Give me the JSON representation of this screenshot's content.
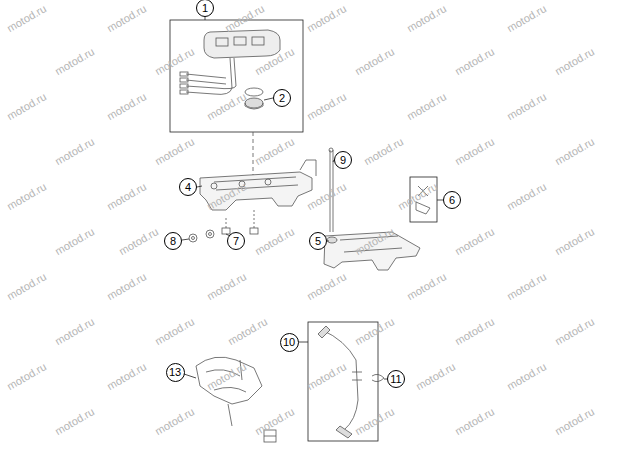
{
  "diagram": {
    "nodes": [
      {
        "text": [
          "1"
        ]
      },
      {
        "text": [
          "2"
        ]
      },
      {
        "text": [
          "9"
        ]
      },
      {
        "text": [
          "4"
        ]
      },
      {
        "text": [
          "6"
        ]
      },
      {
        "text": [
          "8"
        ]
      },
      {
        "text": [
          "7"
        ]
      },
      {
        "text": [
          "5"
        ]
      },
      {
        "text": [
          "10"
        ]
      },
      {
        "text": [
          "13"
        ]
      },
      {
        "text": [
          "11"
        ]
      }
    ],
    "labels": [
      "motod.ru",
      "motod.ru",
      "motod.ru",
      "motod.ru",
      "motod.ru",
      "motod.ru",
      "motod.ru",
      "motod.ru",
      "motod.ru",
      "motod.ru",
      "motod.ru",
      "motod.ru",
      "motod.ru",
      "motod.ru",
      "motod.ru",
      "motod.ru",
      "motod.ru",
      "motod.ru",
      "motod.ru",
      "motod.ru",
      "motod.ru",
      "motod.ru",
      "motod.ru",
      "motod.ru",
      "motod.ru",
      "motod.ru",
      "motod.ru",
      "motod.ru",
      "motod.ru",
      "motod.ru",
      "motod.ru",
      "motod.ru",
      "motod.ru",
      "motod.ru",
      "motod.ru",
      "motod.ru",
      "motod.ru",
      "motod.ru",
      "motod.ru",
      "motod.ru",
      "motod.ru",
      "motod.ru",
      "motod.ru",
      "motod.ru",
      "motod.ru",
      "motod.ru",
      "motod.ru",
      "motod.ru",
      "motod.ru",
      "motod.ru",
      "motod.ru",
      "motod.ru",
      "motod.ru",
      "motod.ru",
      "motod.ru",
      "motod.ru",
      "motod.ru",
      "motod.ru",
      "motod.ru",
      "motod.ru"
    ]
  }
}
